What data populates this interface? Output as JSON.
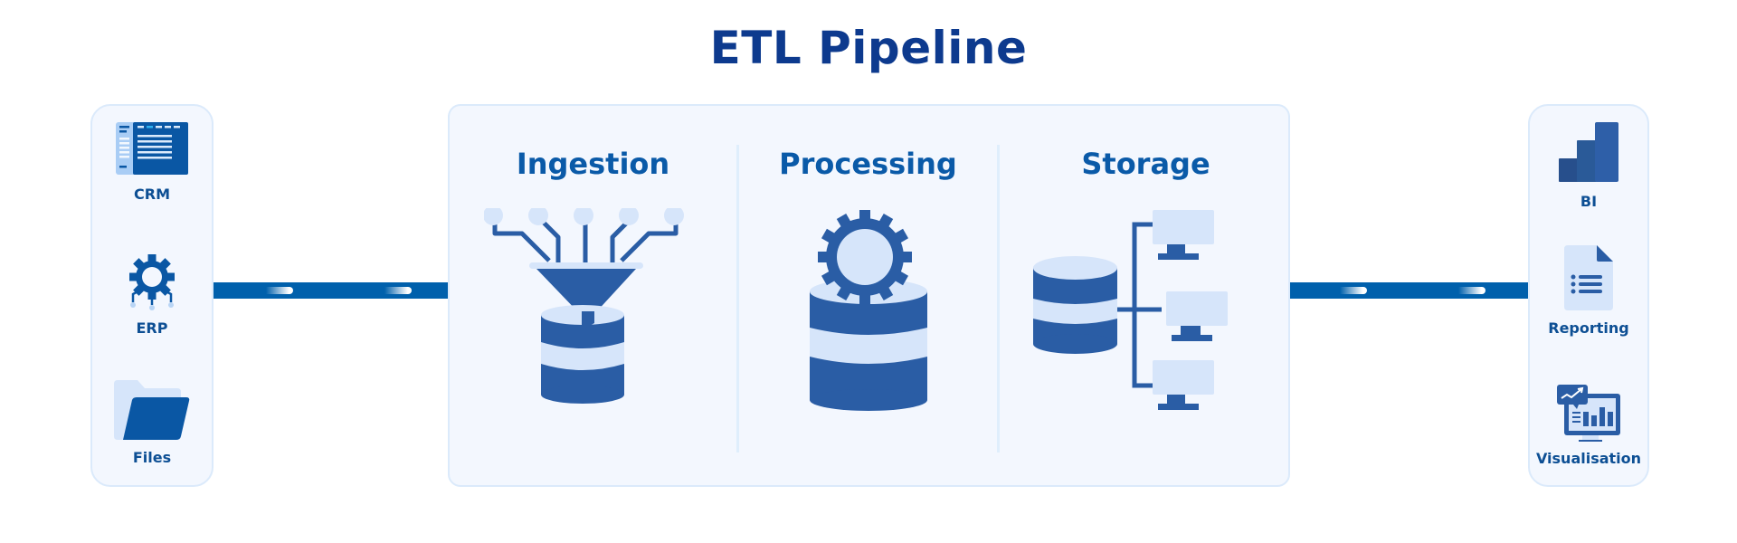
{
  "title": "ETL Pipeline",
  "colors": {
    "title": "#0d3a8e",
    "accent": "#0060ac",
    "icon_dark": "#2a5da5",
    "icon_light": "#d6e5fa",
    "panel_bg": "#f3f7fe",
    "panel_border": "#dbeafb"
  },
  "sources": [
    {
      "label": "CRM",
      "icon": "crm-window-icon"
    },
    {
      "label": "ERP",
      "icon": "gear-network-icon"
    },
    {
      "label": "Files",
      "icon": "folder-icon"
    }
  ],
  "stages": [
    {
      "label": "Ingestion",
      "icon": "funnel-database-icon"
    },
    {
      "label": "Processing",
      "icon": "gear-database-icon"
    },
    {
      "label": "Storage",
      "icon": "database-network-icon"
    }
  ],
  "outputs": [
    {
      "label": "BI",
      "icon": "bar-chart-icon"
    },
    {
      "label": "Reporting",
      "icon": "document-list-icon"
    },
    {
      "label": "Visualisation",
      "icon": "monitor-chart-icon"
    }
  ]
}
